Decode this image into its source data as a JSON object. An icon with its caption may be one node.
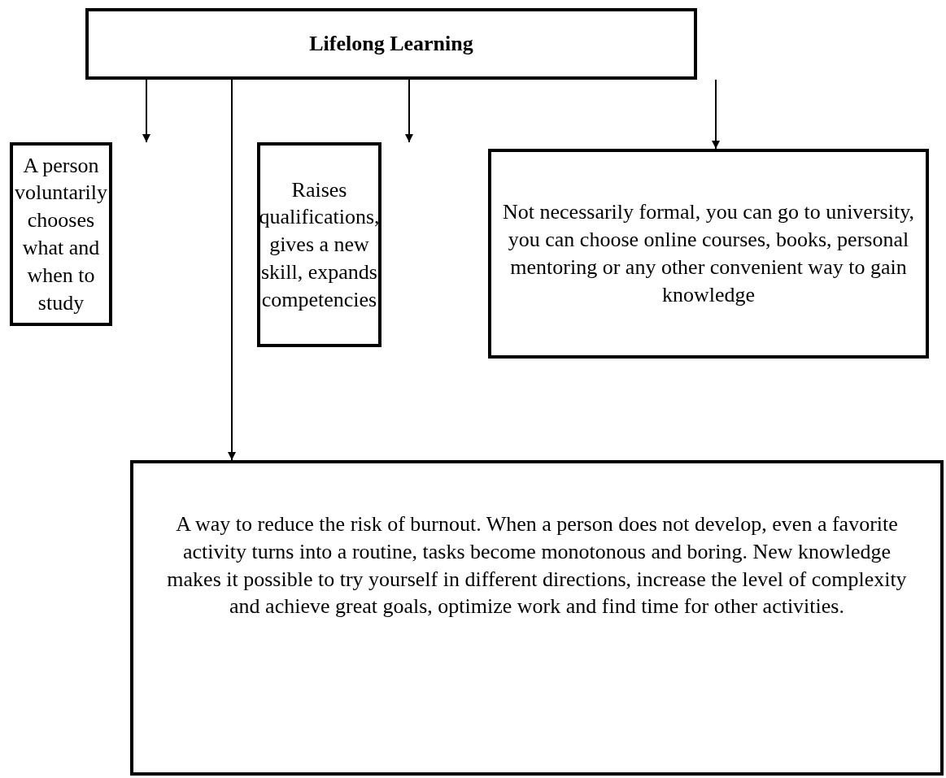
{
  "diagram": {
    "nodes": [
      {
        "text": [
          "Lifelong Learning"
        ]
      },
      {
        "text": [
          "A person voluntarily chooses what and when to study"
        ]
      },
      {
        "text": [
          "Raises qualifications, gives a new skill, expands competencies"
        ]
      },
      {
        "text": [
          "Not necessarily formal, you can go to university, you can choose online courses, books, personal mentoring or any other convenient way to gain knowledge"
        ]
      },
      {
        "text": [
          "A way to reduce the risk of burnout. When a person does not develop, even a favorite activity turns into a routine, tasks become monotonous and boring. New knowledge makes it possible to try yourself in different directions, increase the level of complexity and achieve great goals, optimize work and find time for other activities."
        ]
      }
    ],
    "edges": [
      {
        "from": 0,
        "to": 1,
        "arrow": "to"
      },
      {
        "from": 0,
        "to": 2,
        "arrow": "to"
      },
      {
        "from": 0,
        "to": 3,
        "arrow": "to"
      },
      {
        "from": 0,
        "to": 4,
        "arrow": "to"
      }
    ]
  }
}
